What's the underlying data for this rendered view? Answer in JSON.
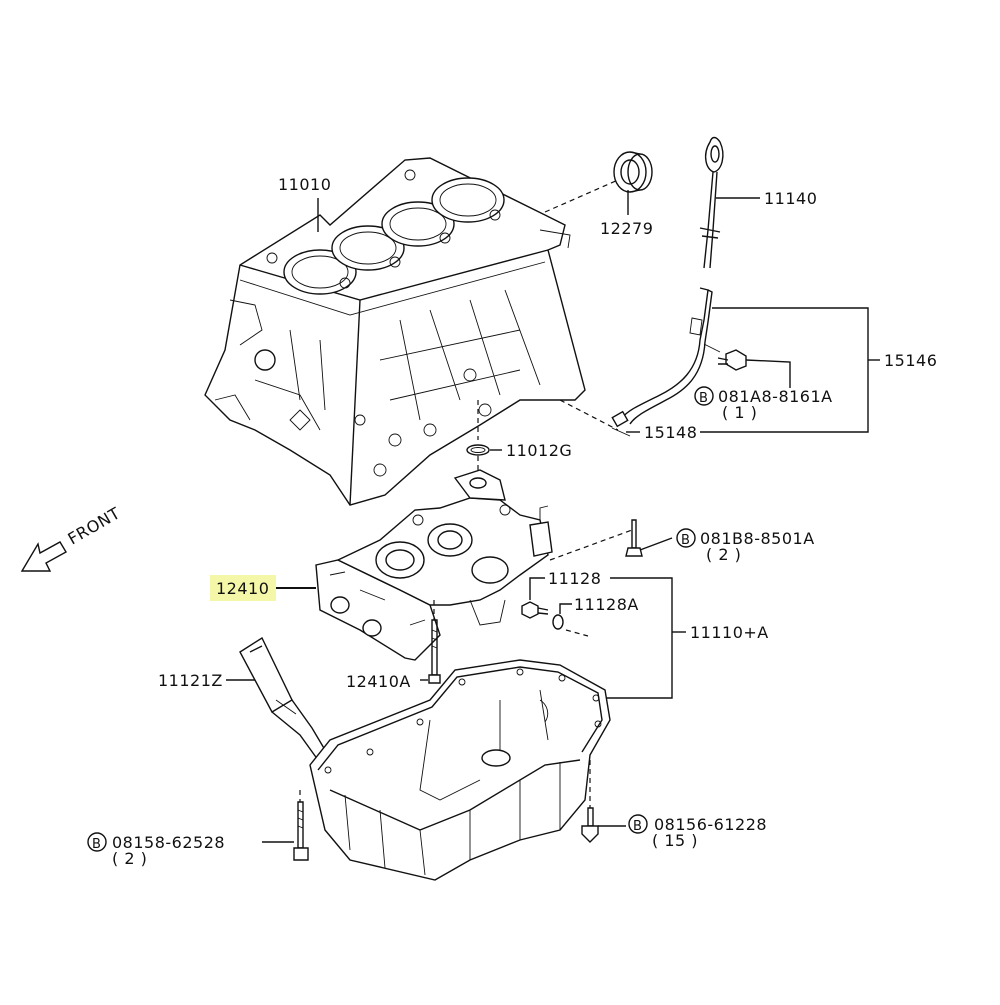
{
  "labels": {
    "l11010": "11010",
    "l12279": "12279",
    "l11140": "11140",
    "l15146": "15146",
    "l081A8": "081A8-8161A",
    "l081A8q": "( 1 )",
    "l15148": "15148",
    "l11012G": "11012G",
    "l081B8": "081B8-8501A",
    "l081B8q": "( 2 )",
    "lfront": "FRONT",
    "l12410": "12410",
    "l11128": "11128",
    "l11128A": "11128A",
    "l11110A": "11110+A",
    "l11121Z": "11121Z",
    "l12410A": "12410A",
    "l08158": "08158-62528",
    "l08158q": "( 2 )",
    "l08156": "08156-61228",
    "l08156q": "( 15 )",
    "bmark": "B"
  },
  "highlight_color": "#f4f7a8"
}
